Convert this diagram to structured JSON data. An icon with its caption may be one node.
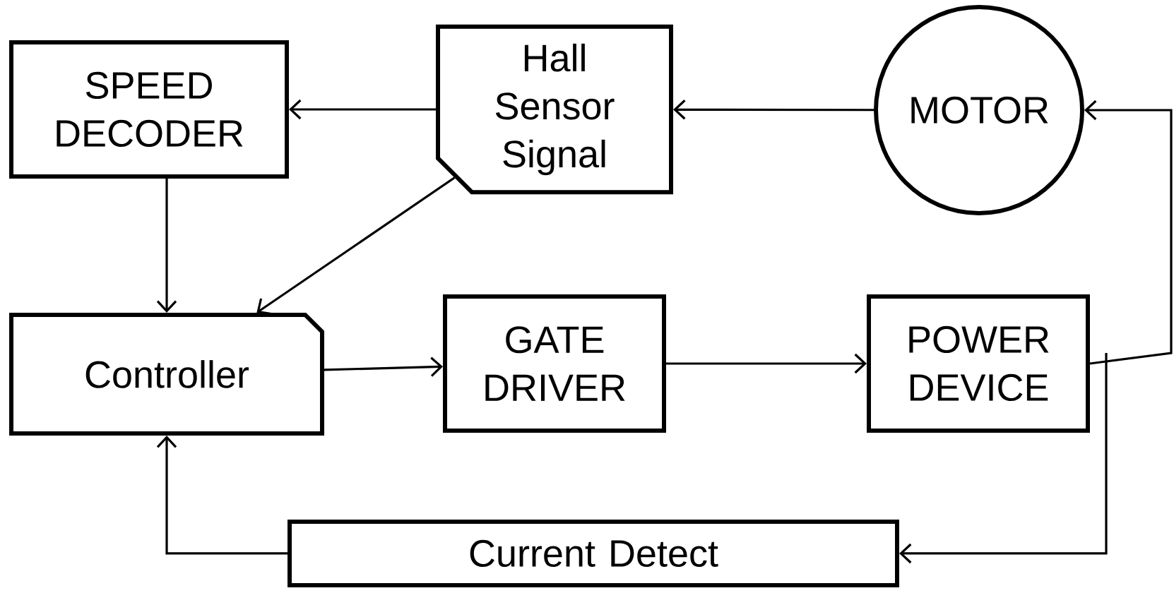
{
  "diagram": {
    "nodes": [
      {
        "text": [
          "SPEED DECODER"
        ]
      },
      {
        "text": [
          "Hall Sensor Signal"
        ]
      },
      {
        "text": [
          "MOTOR"
        ]
      },
      {
        "text": [
          "Controller"
        ]
      },
      {
        "text": [
          "GATE DRIVER"
        ]
      },
      {
        "text": [
          "POWER DEVICE"
        ]
      },
      {
        "text": [
          "Current Detect"
        ]
      }
    ],
    "edges": [
      {
        "from": 1,
        "to": 0,
        "arrow": "to"
      },
      {
        "from": 2,
        "to": 1,
        "arrow": "to"
      },
      {
        "from": 5,
        "to": 2,
        "arrow": "to"
      },
      {
        "from": 0,
        "to": 3,
        "arrow": "to"
      },
      {
        "from": 1,
        "to": 3,
        "arrow": "to"
      },
      {
        "from": 3,
        "to": 4,
        "arrow": "to"
      },
      {
        "from": 4,
        "to": 5,
        "arrow": "to"
      },
      {
        "from": 5,
        "to": 6,
        "arrow": "to"
      },
      {
        "from": 6,
        "to": 3,
        "arrow": "to"
      }
    ]
  }
}
